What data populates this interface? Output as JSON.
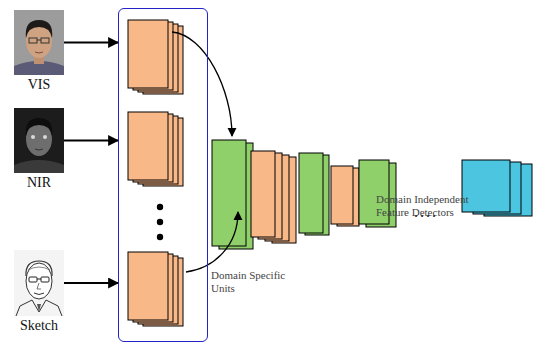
{
  "diagram": {
    "nodes": [
      {
        "text": [
          "VIS"
        ]
      },
      {
        "text": [
          "NIR"
        ]
      },
      {
        "text": [
          "Sketch"
        ]
      },
      {
        "text": [
          "Domain Specific Units"
        ]
      }
    ],
    "edges": [
      {
        "from": 0,
        "to": 3,
        "arrow": "to"
      },
      {
        "from": 1,
        "to": 3,
        "arrow": "to"
      },
      {
        "from": 2,
        "to": 3,
        "arrow": "to"
      }
    ],
    "labels": [
      "Domain Independent Feature Detectors",
      "...."
    ]
  }
}
